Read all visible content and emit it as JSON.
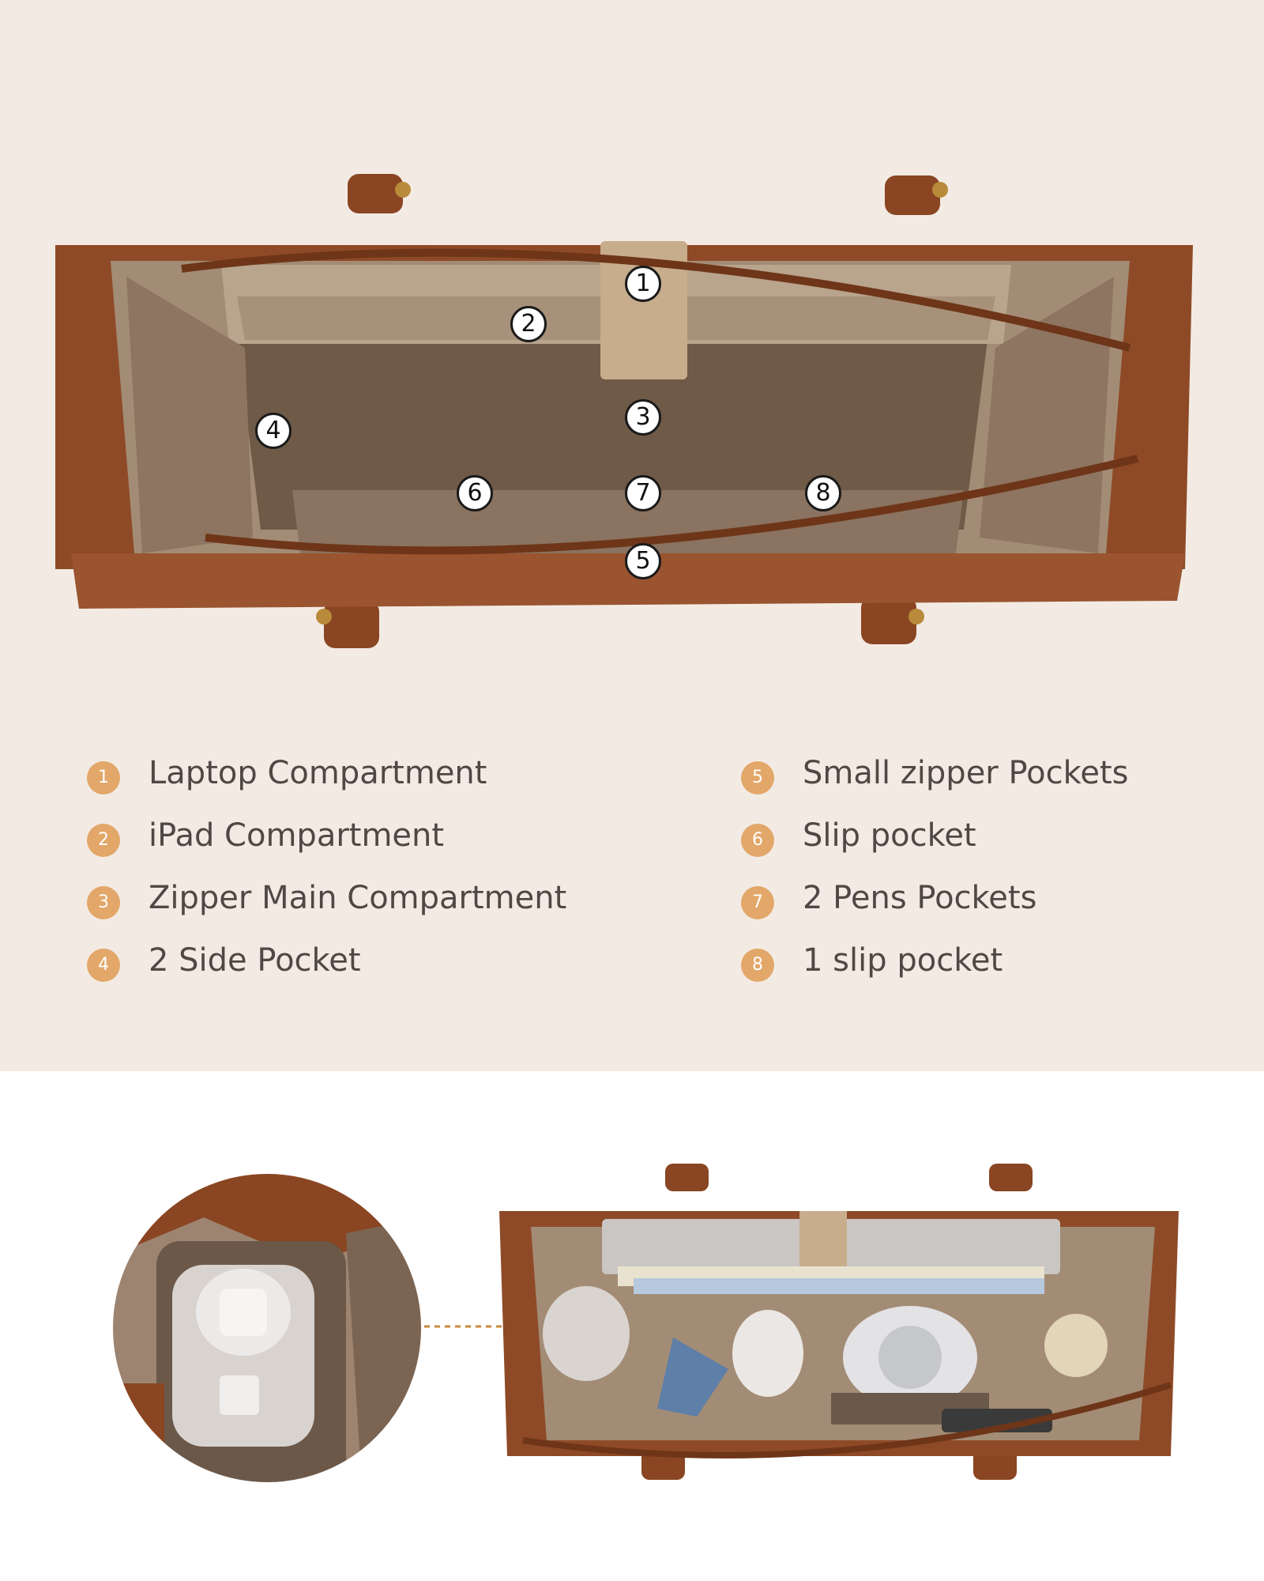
{
  "colors": {
    "top_background": "#f3ebe3",
    "bottom_background": "#ffffff",
    "badge": "#e2a769",
    "leather": "#8e4a27",
    "lining": "#a38c75",
    "label_text": "#4f4844"
  },
  "photo_markers": [
    "1",
    "2",
    "3",
    "4",
    "5",
    "6",
    "7",
    "8"
  ],
  "legend": {
    "left": [
      {
        "num": "1",
        "label": "Laptop Compartment"
      },
      {
        "num": "2",
        "label": "iPad Compartment"
      },
      {
        "num": "3",
        "label": "Zipper Main Compartment"
      },
      {
        "num": "4",
        "label": "2 Side Pocket"
      }
    ],
    "right": [
      {
        "num": "5",
        "label": "Small zipper Pockets"
      },
      {
        "num": "6",
        "label": "Slip pocket"
      },
      {
        "num": "7",
        "label": "2 Pens Pockets"
      },
      {
        "num": "8",
        "label": "1 slip pocket"
      }
    ]
  },
  "icons": {
    "zoom_pointer": "dotted-callout-line-icon"
  }
}
